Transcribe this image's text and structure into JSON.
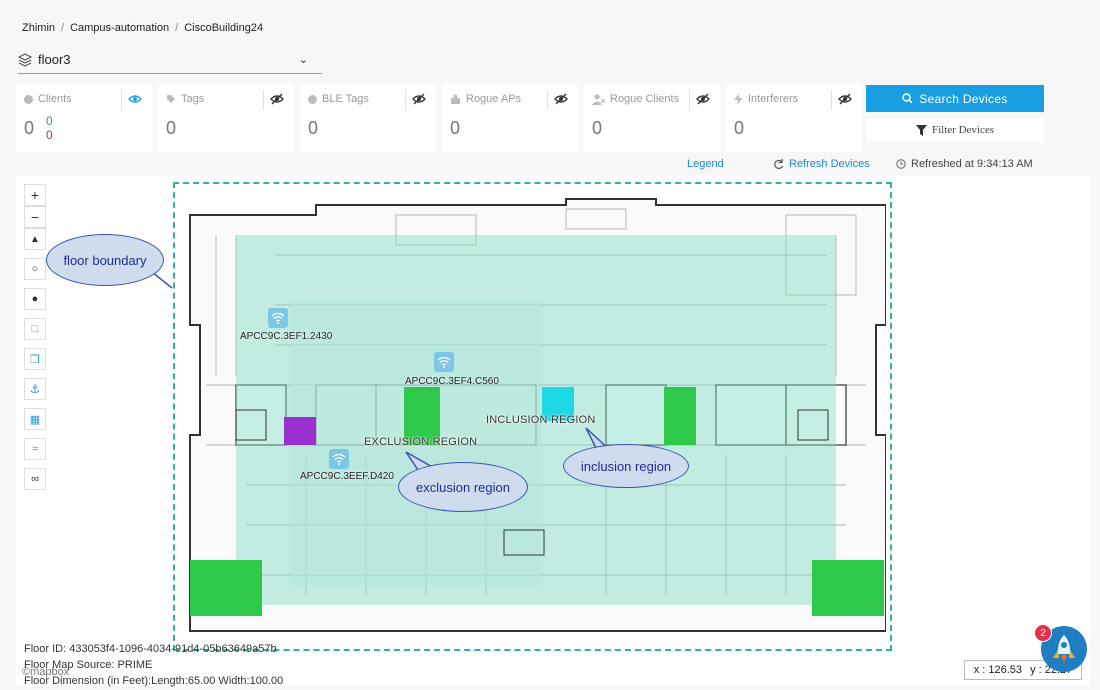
{
  "breadcrumb": [
    "Zhimin",
    "Campus-automation",
    "CiscoBuilding24"
  ],
  "floor_select": {
    "value": "floor3"
  },
  "cards": [
    {
      "label": "Clients",
      "count": "0",
      "sub_green": "0",
      "sub_red": "0",
      "eye_active": true
    },
    {
      "label": "Tags",
      "count": "0"
    },
    {
      "label": "BLE Tags",
      "count": "0"
    },
    {
      "label": "Rogue APs",
      "count": "0"
    },
    {
      "label": "Rogue Clients",
      "count": "0"
    },
    {
      "label": "Interferers",
      "count": "0"
    }
  ],
  "actions": {
    "search_label": "Search Devices",
    "filter_label": "Filter Devices"
  },
  "legend_label": "Legend",
  "refresh_label": "Refresh Devices",
  "refreshed_text": "Refreshed at 9:34:13 AM",
  "map": {
    "callouts": {
      "floor_boundary": "floor boundary",
      "exclusion": "exclusion region",
      "inclusion": "inclusion region"
    },
    "region_labels": {
      "exclusion": "EXCLUSION REGION",
      "inclusion": "INCLUSION REGION"
    },
    "access_points": [
      "APCC9C.3EF1.2430",
      "APCC9C.3EF4.C560",
      "APCC9C.3EEF.D420"
    ]
  },
  "info": {
    "floor_id": "Floor ID: 433053f4-1096-4034-91d4-05b63649a57b",
    "source": "Floor Map Source: PRIME",
    "dimension": "Floor Dimension (in Feet):Length:65.00 Width:100.00"
  },
  "coords": {
    "x": "x : 126.53",
    "y": "y : 22.27"
  },
  "assistant": {
    "badge": "2"
  },
  "attribution": "©mapbox",
  "colors": {
    "accent": "#1a9ee2",
    "boundary": "#2db3a0",
    "inclusion_fill": "#7fdcc4",
    "exclusion_fill": "#b6e6dc",
    "room_green": "#2ec84a",
    "room_cyan": "#1fd8e6",
    "room_purple": "#9a2fd0"
  }
}
